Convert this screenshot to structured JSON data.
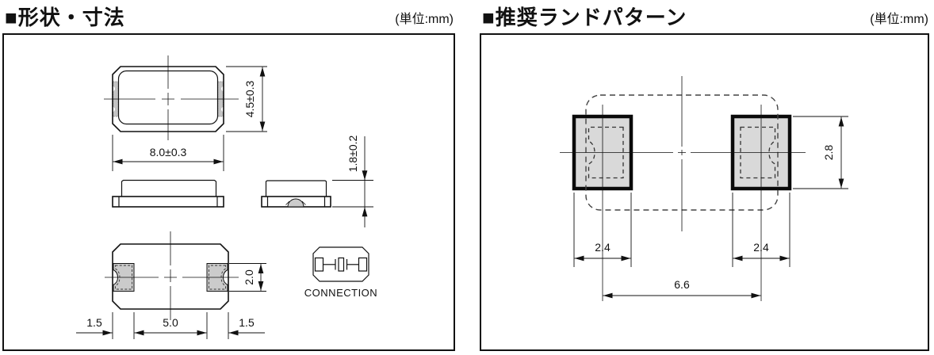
{
  "shape_section": {
    "title": "■形状・寸法",
    "unit_label": "(単位:mm)",
    "top_view": {
      "width_dim": "8.0±0.3",
      "height_dim": "4.5±0.3"
    },
    "side_view": {
      "thickness_dim": "1.8±0.2"
    },
    "bottom_view": {
      "left_terminal_dim": "1.5",
      "terminal_gap_dim": "5.0",
      "right_terminal_dim": "1.5",
      "terminal_width_dim": "2.0"
    },
    "connection": {
      "label": "CONNECTION"
    }
  },
  "land_pattern_section": {
    "title": "■推奨ランドパターン",
    "unit_label": "(単位:mm)",
    "dims": {
      "left_pad_width": "2.4",
      "right_pad_width": "2.4",
      "pad_height": "2.8",
      "pad_pitch": "6.6"
    }
  },
  "colors": {
    "line": "#111111",
    "pad_fill": "#d9d9d9",
    "terminal_fill": "#cbcbcb",
    "metallization_fill": "#c4c4c4",
    "background": "#ffffff"
  }
}
